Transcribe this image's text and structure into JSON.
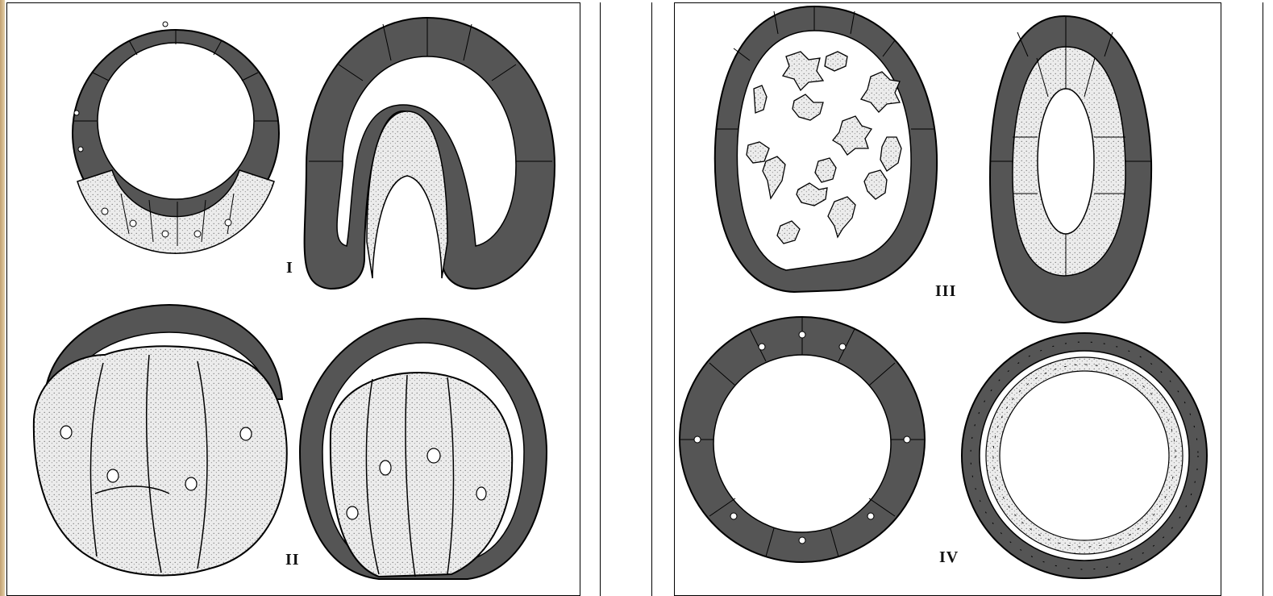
{
  "figure": {
    "labels": {
      "stage_1": "I",
      "stage_2": "II",
      "stage_3": "III",
      "stage_4": "IV"
    },
    "colors": {
      "ectoderm_fill": "#555555",
      "endoderm_fill": "#e9e9e9",
      "outline": "#000000",
      "background": "#ffffff",
      "left_edge": "#c9a878"
    }
  }
}
